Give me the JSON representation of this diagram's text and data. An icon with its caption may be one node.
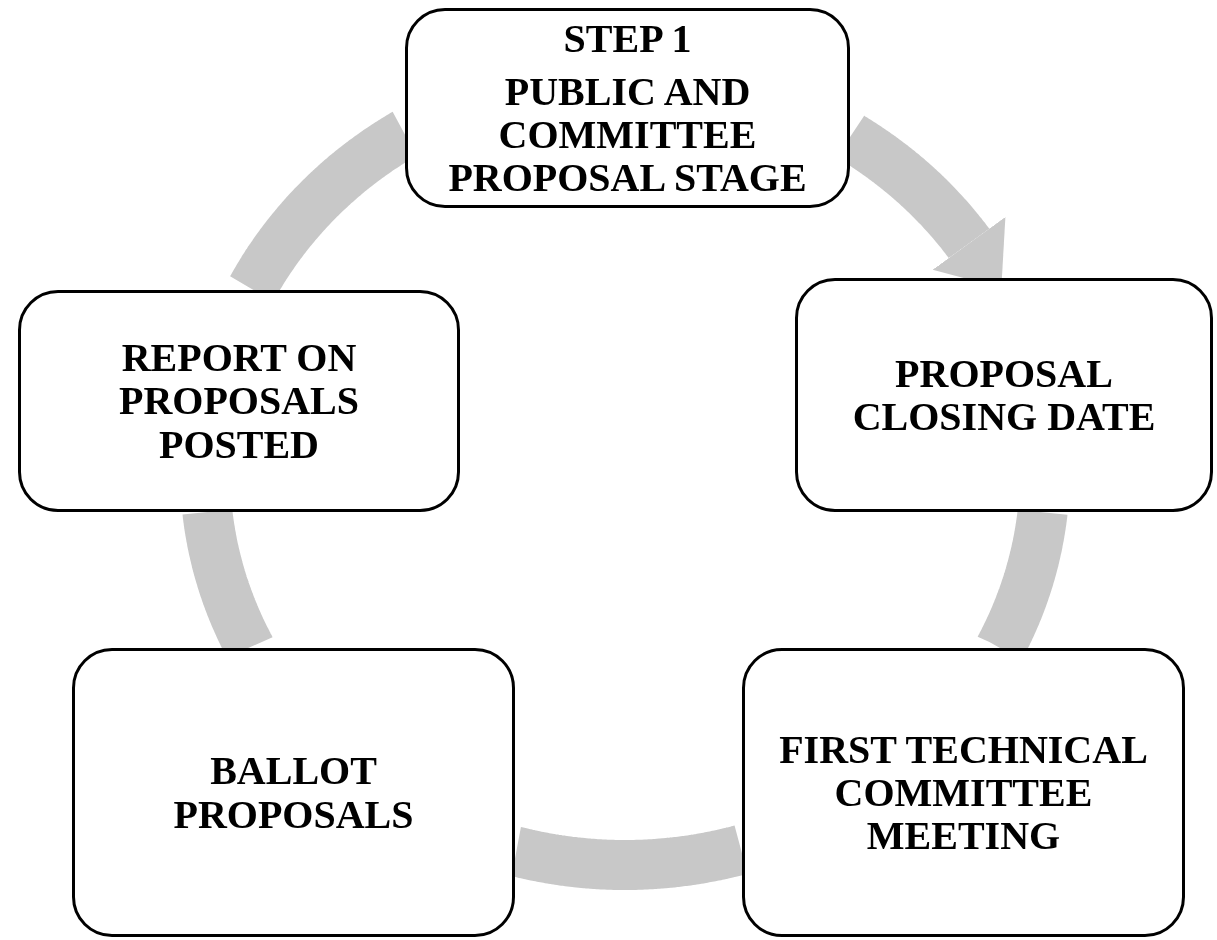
{
  "diagram": {
    "nodes": [
      {
        "text": [
          "STEP 1",
          "PUBLIC AND COMMITTEE PROPOSAL STAGE"
        ]
      },
      {
        "text": [
          "PROPOSAL CLOSING DATE"
        ]
      },
      {
        "text": [
          "FIRST TECHNICAL COMMITTEE MEETING"
        ]
      },
      {
        "text": [
          "BALLOT PROPOSALS"
        ]
      },
      {
        "text": [
          "REPORT ON PROPOSALS POSTED"
        ]
      }
    ],
    "edges": [
      {
        "from": 0,
        "to": 1,
        "arrow": "to"
      },
      {
        "from": 1,
        "to": 2,
        "arrow": "none"
      },
      {
        "from": 2,
        "to": 3,
        "arrow": "none"
      },
      {
        "from": 3,
        "to": 4,
        "arrow": "none"
      },
      {
        "from": 4,
        "to": 0,
        "arrow": "none"
      }
    ]
  }
}
